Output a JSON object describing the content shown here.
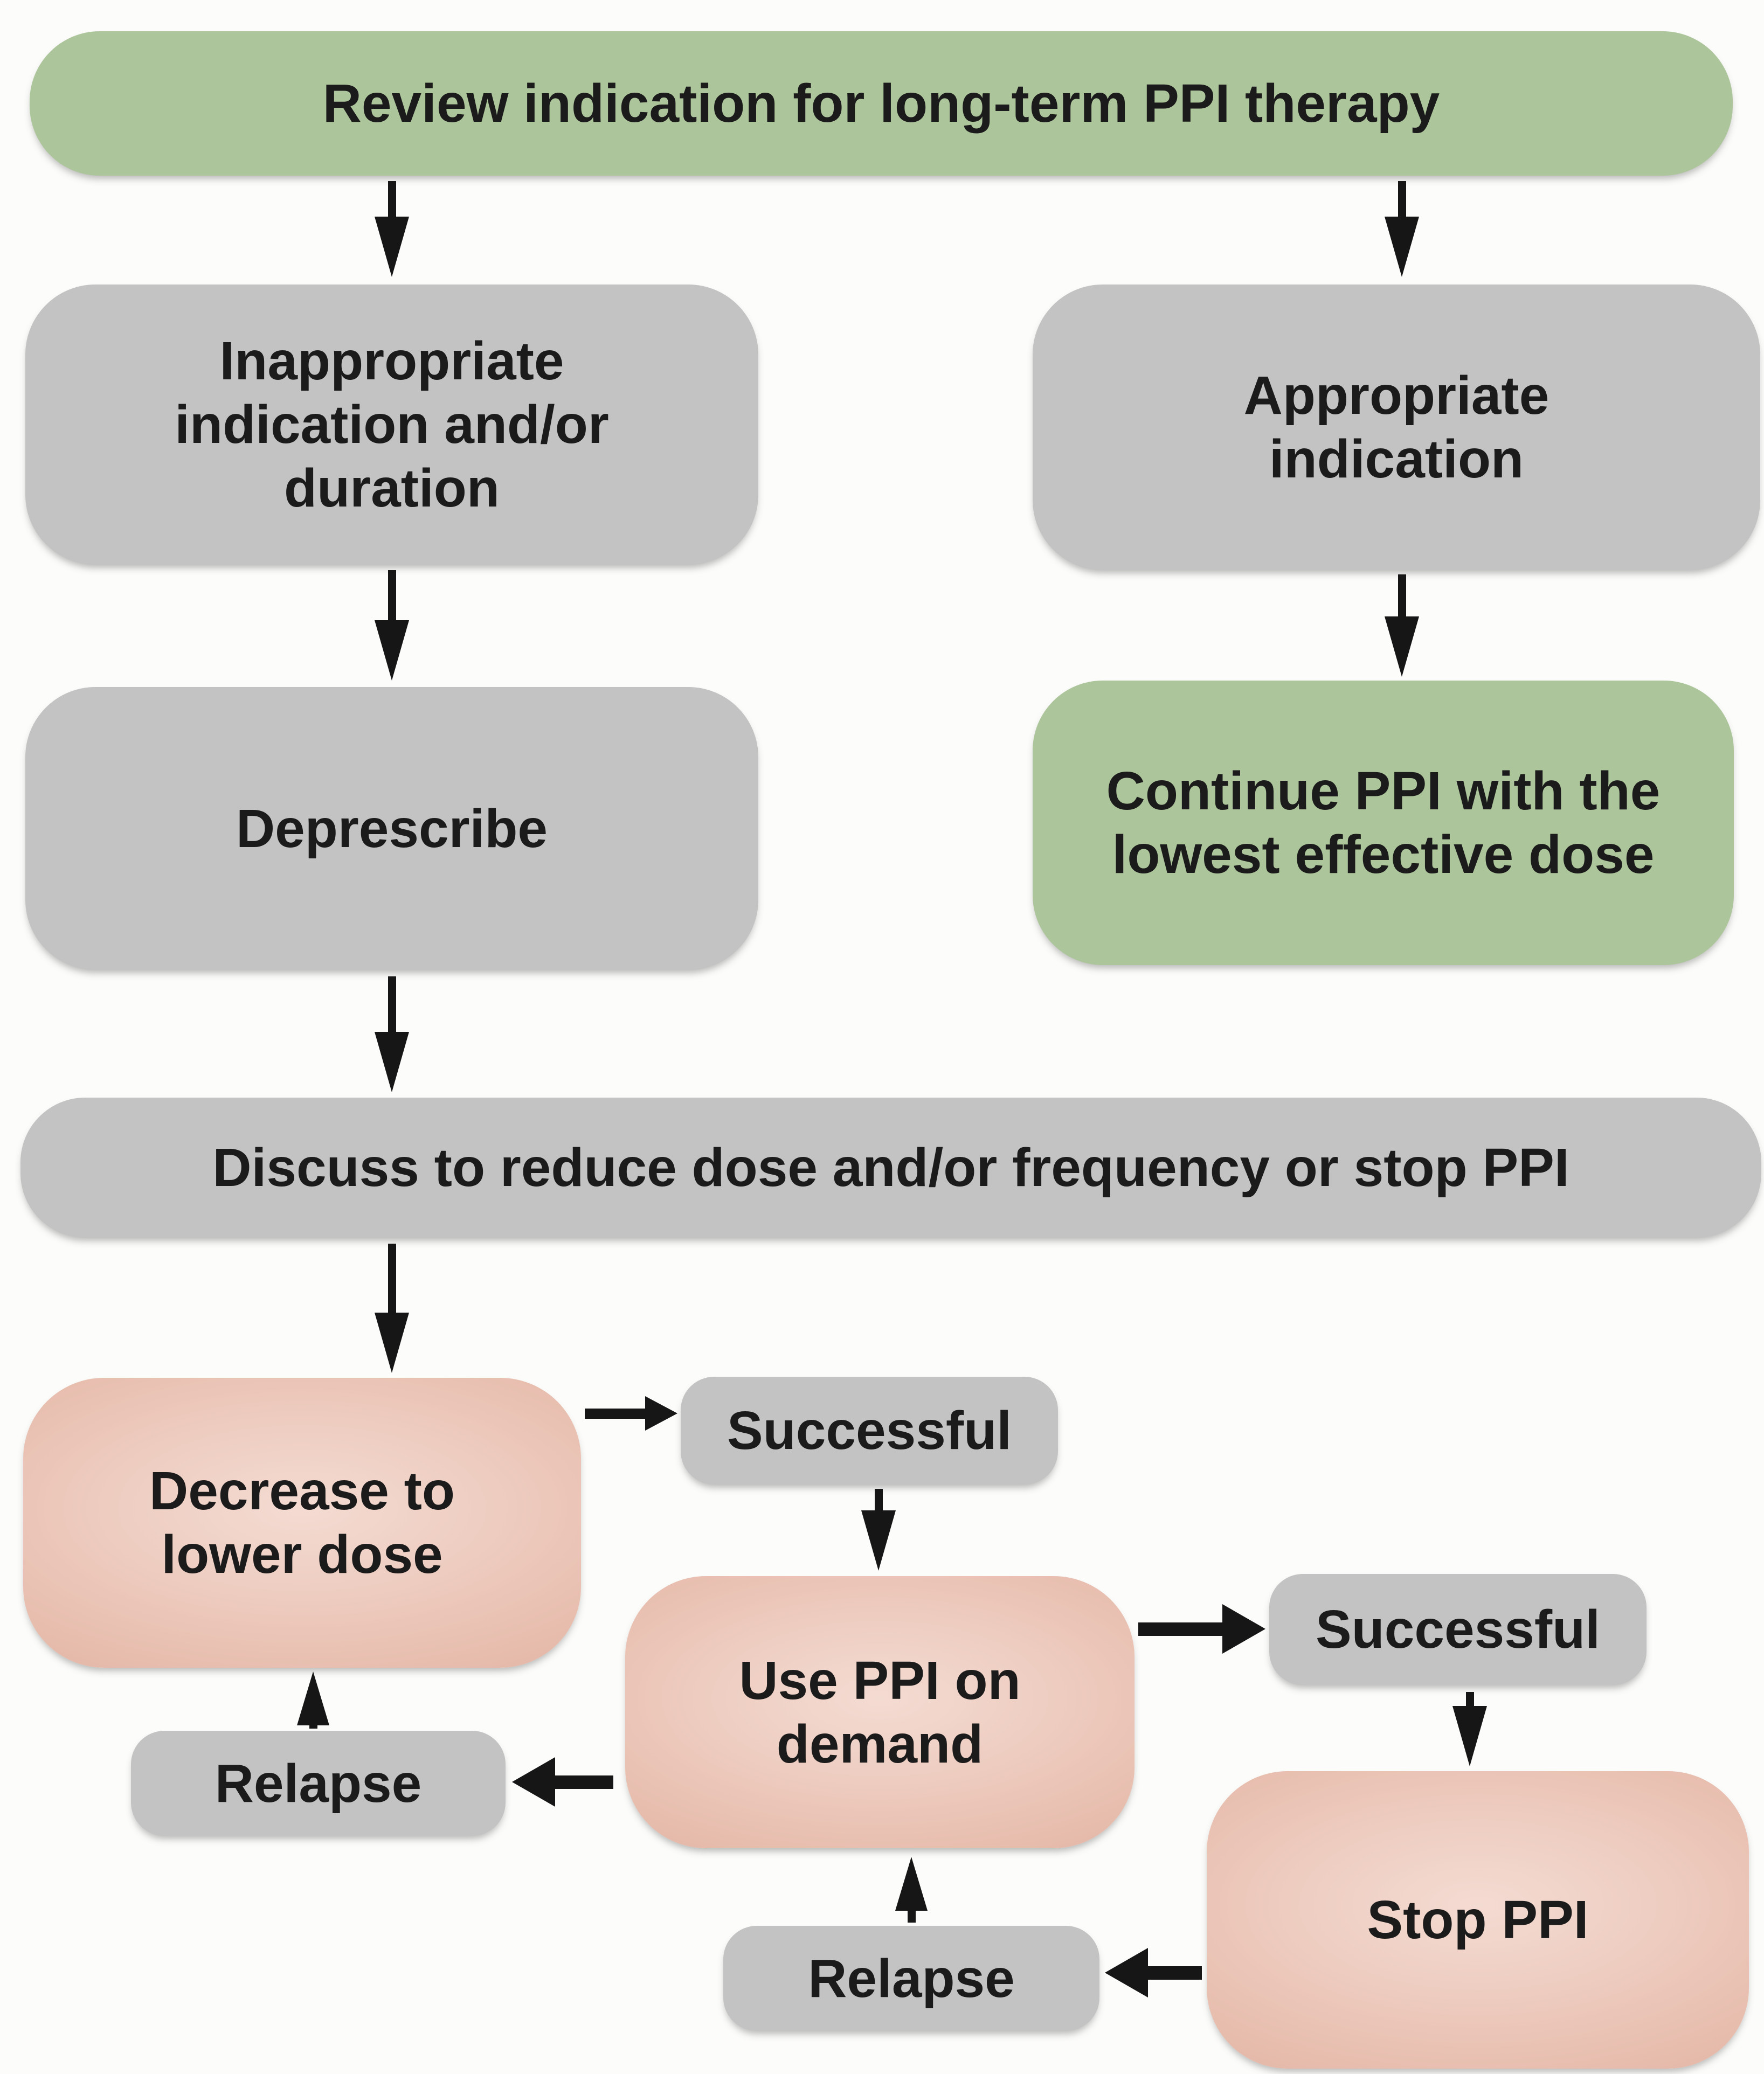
{
  "palette": {
    "green": "#adc59b",
    "gray": "#c4c3c3",
    "pink_edge": "#e5b9a9",
    "pink_center": "#f4dbd2",
    "arrow": "#161616",
    "text": "#1b1b1b",
    "background": "#fcfcfa"
  },
  "diagram": {
    "title": "PPI deprescribing flowchart",
    "nodes": {
      "review": {
        "label": "Review indication for long-term PPI therapy",
        "color": "green"
      },
      "inappropriate": {
        "label": "Inappropriate indication and/or duration",
        "color": "gray"
      },
      "appropriate": {
        "label": "Appropriate indication",
        "color": "gray"
      },
      "deprescribe": {
        "label": "Deprescribe",
        "color": "gray"
      },
      "continue_ppi": {
        "label": "Continue PPI with the lowest effective dose",
        "color": "green"
      },
      "discuss": {
        "label": "Discuss to reduce dose and/or frequency or stop PPI",
        "color": "gray"
      },
      "decrease": {
        "label": "Decrease to lower dose",
        "color": "pink"
      },
      "successful1": {
        "label": "Successful",
        "color": "gray"
      },
      "use_on_demand": {
        "label": "Use PPI on demand",
        "color": "pink"
      },
      "successful2": {
        "label": "Successful",
        "color": "gray"
      },
      "stop_ppi": {
        "label": "Stop PPI",
        "color": "pink"
      },
      "relapse1": {
        "label": "Relapse",
        "color": "gray"
      },
      "relapse2": {
        "label": "Relapse",
        "color": "gray"
      }
    },
    "edges": [
      {
        "from": "review",
        "to": "inappropriate"
      },
      {
        "from": "review",
        "to": "appropriate"
      },
      {
        "from": "inappropriate",
        "to": "deprescribe"
      },
      {
        "from": "appropriate",
        "to": "continue_ppi"
      },
      {
        "from": "deprescribe",
        "to": "discuss"
      },
      {
        "from": "discuss",
        "to": "decrease"
      },
      {
        "from": "decrease",
        "to": "successful1"
      },
      {
        "from": "successful1",
        "to": "use_on_demand"
      },
      {
        "from": "use_on_demand",
        "to": "successful2"
      },
      {
        "from": "successful2",
        "to": "stop_ppi"
      },
      {
        "from": "use_on_demand",
        "to": "relapse1"
      },
      {
        "from": "relapse1",
        "to": "decrease"
      },
      {
        "from": "stop_ppi",
        "to": "relapse2"
      },
      {
        "from": "relapse2",
        "to": "use_on_demand"
      }
    ]
  }
}
